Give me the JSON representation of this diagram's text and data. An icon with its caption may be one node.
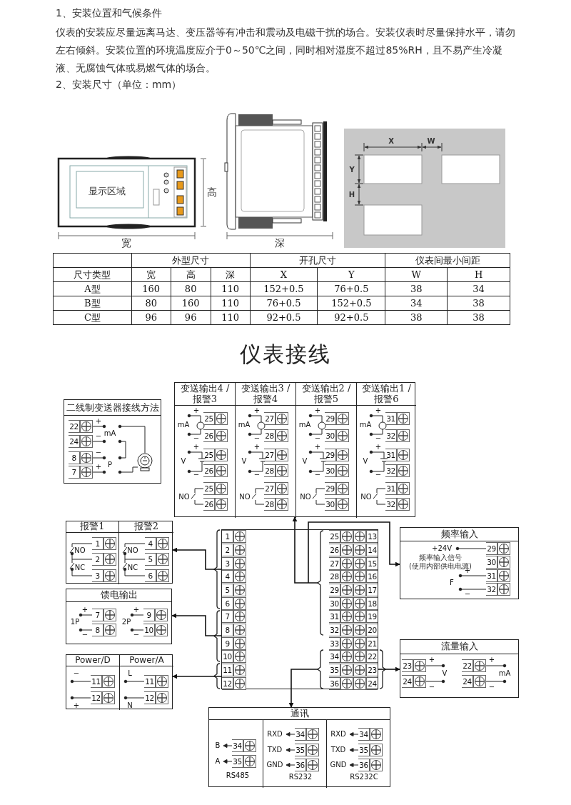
{
  "diagram": {
    "title": "仪表接线",
    "nodes": [
      {
        "text": [],
        "shape": "box"
      },
      {
        "text": [
          "变送输出4 /报警3",
          "+",
          "mA",
          "−",
          "25",
          "26",
          "+",
          "V",
          "−",
          "25",
          "26",
          "NO",
          "25",
          "26"
        ],
        "in": 0
      },
      {
        "text": [
          "变送输出3 /报警4",
          "+",
          "mA",
          "−",
          "27",
          "28",
          "+",
          "V",
          "−",
          "27",
          "28",
          "NO",
          "27",
          "28"
        ],
        "in": 0
      },
      {
        "text": [
          "变送输出2 /报警5",
          "+",
          "mA",
          "−",
          "29",
          "30",
          "+",
          "V",
          "−",
          "29",
          "30",
          "NO",
          "29",
          "30"
        ],
        "in": 0
      },
      {
        "text": [
          "变送输出1 /报警6",
          "+",
          "mA",
          "−",
          "31",
          "32",
          "+",
          "V",
          "−",
          "31",
          "32",
          "NO",
          "31",
          "32"
        ],
        "in": 0
      },
      {
        "text": [
          "二线制变送器接线方法",
          "22",
          "+",
          "mA",
          "24",
          "−",
          "8",
          "−",
          "P",
          "7",
          "+"
        ]
      },
      {
        "text": [],
        "shape": "box"
      },
      {
        "text": [
          "报警1",
          "NO",
          "NC",
          "1",
          "2",
          "3"
        ],
        "in": 6
      },
      {
        "text": [
          "报警2",
          "NO",
          "NC",
          "4",
          "5",
          "6"
        ],
        "in": 6
      },
      {
        "text": [
          "馈电输出",
          "+",
          "7",
          "1P",
          "−",
          "8",
          "+",
          "9",
          "2P",
          "−",
          "10"
        ]
      },
      {
        "text": [],
        "shape": "box"
      },
      {
        "text": [
          "Power/D",
          "−",
          "11",
          "12",
          "+"
        ],
        "in": 10
      },
      {
        "text": [
          "Power/A",
          "L",
          "11",
          "12",
          "N"
        ],
        "in": 10
      },
      {
        "text": [
          "1",
          "2",
          "3",
          "4",
          "5",
          "6",
          "7",
          "8",
          "9",
          "10",
          "11",
          "12",
          "25",
          "13",
          "26",
          "14",
          "27",
          "15",
          "28",
          "16",
          "29",
          "17",
          "30",
          "18",
          "31",
          "19",
          "32",
          "20",
          "33",
          "21",
          "34",
          "22",
          "35",
          "23",
          "36",
          "24"
        ]
      },
      {
        "text": [
          "频率输入",
          "+24V",
          "频率输入信号 (使用内部供电电源)",
          "29",
          "30",
          "+",
          "31",
          "F",
          "−",
          "32"
        ]
      },
      {
        "text": [
          "流量输入",
          "23",
          "+",
          "V",
          "24",
          "−",
          "22",
          "+",
          "mA",
          "24",
          "−"
        ]
      },
      {
        "text": [
          "通讯"
        ]
      },
      {
        "text": [
          "B",
          "34",
          "A",
          "35",
          "RS485"
        ],
        "in": 16
      },
      {
        "text": [
          "RXD",
          "34",
          "TXD",
          "35",
          "GND",
          "36",
          "RS232"
        ],
        "in": 16
      },
      {
        "text": [
          "RXD",
          "34",
          "TXD",
          "35",
          "GND",
          "36",
          "RS232C"
        ],
        "in": 16
      }
    ],
    "edges": [
      {
        "from": 13,
        "to": 0,
        "arrow": "to"
      },
      {
        "from": 13,
        "to": 14,
        "arrow": "to"
      },
      {
        "from": 13,
        "to": 6,
        "arrow": "to"
      },
      {
        "from": 13,
        "to": 9,
        "arrow": "to"
      },
      {
        "from": 13,
        "to": 10,
        "arrow": "to"
      },
      {
        "from": 13,
        "to": 15,
        "arrow": "to"
      },
      {
        "from": 13,
        "to": 16,
        "arrow": "to"
      }
    ],
    "labels": [
      "1、安装位置和气候条件",
      "仪表的安装应尽量远离马达、变压器等有冲击和震动及电磁干扰的场合。安装仪表时尽量保持水平，请勿左右倾斜。安装位置的环境温度应介于0～50℃之间，同时相对湿度不超过85%RH，且不易产生冷凝液、无腐蚀气体或易燃气体的场合。",
      "2、安装尺寸（单位：mm）",
      "显示区域",
      "高",
      "宽",
      "深",
      "X",
      "W",
      "Y",
      "H",
      "外型尺寸",
      "开孔尺寸",
      "仪表间最小间距",
      "尺寸类型",
      "宽",
      "高",
      "深",
      "X",
      "Y",
      "W",
      "H",
      "A型",
      "160",
      "80",
      "110",
      "152+0.5",
      "76+0.5",
      "38",
      "34",
      "B型",
      "80",
      "160",
      "110",
      "76+0.5",
      "152+0.5",
      "34",
      "38",
      "C型",
      "96",
      "96",
      "110",
      "92+0.5",
      "92+0.5",
      "38",
      "38"
    ]
  }
}
